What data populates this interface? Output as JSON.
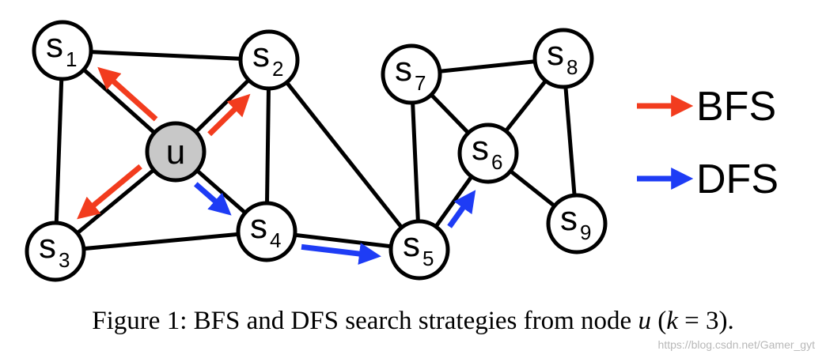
{
  "diagram": {
    "nodes": [
      {
        "id": "u",
        "label": "u",
        "sub": "",
        "fill": "#c8c8c8"
      },
      {
        "id": "s1",
        "label": "s",
        "sub": "1",
        "fill": "#ffffff"
      },
      {
        "id": "s2",
        "label": "s",
        "sub": "2",
        "fill": "#ffffff"
      },
      {
        "id": "s3",
        "label": "s",
        "sub": "3",
        "fill": "#ffffff"
      },
      {
        "id": "s4",
        "label": "s",
        "sub": "4",
        "fill": "#ffffff"
      },
      {
        "id": "s5",
        "label": "s",
        "sub": "5",
        "fill": "#ffffff"
      },
      {
        "id": "s6",
        "label": "s",
        "sub": "6",
        "fill": "#ffffff"
      },
      {
        "id": "s7",
        "label": "s",
        "sub": "7",
        "fill": "#ffffff"
      },
      {
        "id": "s8",
        "label": "s",
        "sub": "8",
        "fill": "#ffffff"
      },
      {
        "id": "s9",
        "label": "s",
        "sub": "9",
        "fill": "#ffffff"
      }
    ],
    "edges": [
      [
        "s1",
        "s2"
      ],
      [
        "s1",
        "s3"
      ],
      [
        "s1",
        "u"
      ],
      [
        "s2",
        "u"
      ],
      [
        "s2",
        "s4"
      ],
      [
        "s2",
        "s5"
      ],
      [
        "u",
        "s3"
      ],
      [
        "u",
        "s4"
      ],
      [
        "s3",
        "s4"
      ],
      [
        "s4",
        "s5"
      ],
      [
        "s5",
        "s7"
      ],
      [
        "s5",
        "s6"
      ],
      [
        "s7",
        "s6"
      ],
      [
        "s7",
        "s8"
      ],
      [
        "s8",
        "s6"
      ],
      [
        "s8",
        "s9"
      ],
      [
        "s6",
        "s9"
      ]
    ],
    "bfs_arrows": [
      [
        "u",
        "s1"
      ],
      [
        "u",
        "s2"
      ],
      [
        "u",
        "s3"
      ]
    ],
    "dfs_arrows": [
      [
        "u",
        "s4"
      ],
      [
        "s4",
        "s5"
      ],
      [
        "s5",
        "s6"
      ]
    ],
    "colors": {
      "bfs": "#f23c1e",
      "dfs": "#1e3cf5",
      "edge": "#000000"
    }
  },
  "legend": {
    "bfs_label": "BFS",
    "dfs_label": "DFS"
  },
  "caption": {
    "prefix": "Figure 1: BFS and DFS search strategies from node",
    "var": "u",
    "paren_open": "(",
    "k_var": "k",
    "eq": "= 3).",
    "full": "Figure 1: BFS and DFS search strategies from node u (k = 3)."
  },
  "watermark": "https://blog.csdn.net/Gamer_gyt"
}
